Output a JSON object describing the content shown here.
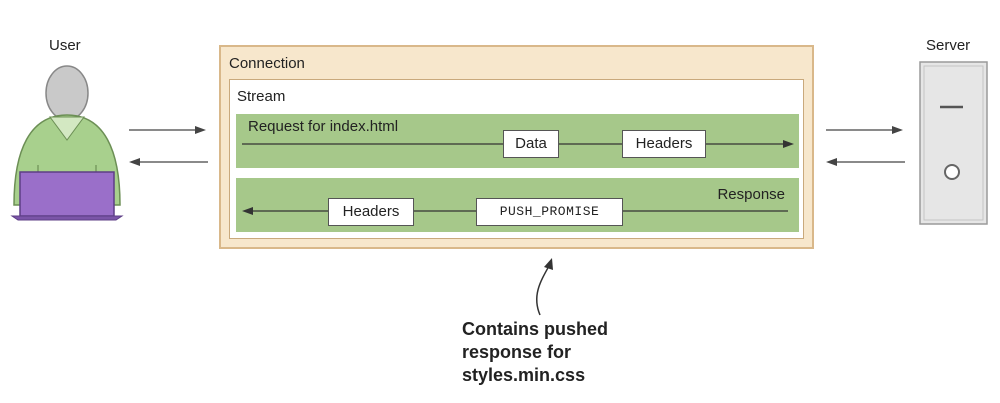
{
  "actors": {
    "user": "User",
    "server": "Server"
  },
  "connection": {
    "label": "Connection",
    "stream": {
      "label": "Stream",
      "request": {
        "label": "Request for index.html",
        "frames": [
          "Data",
          "Headers"
        ]
      },
      "response": {
        "label": "Response",
        "frames": [
          "Headers",
          "PUSH_PROMISE"
        ]
      }
    }
  },
  "annotation": {
    "lines": [
      "Contains pushed",
      "response for",
      "styles.min.css"
    ]
  },
  "icons": {
    "user": "user-with-laptop-icon",
    "server": "server-tower-icon"
  },
  "colors": {
    "connection_fill": "#f7e7cc",
    "lane_fill": "#a6c88a",
    "user_body": "#a8d08d",
    "laptop": "#9a6fc9"
  }
}
